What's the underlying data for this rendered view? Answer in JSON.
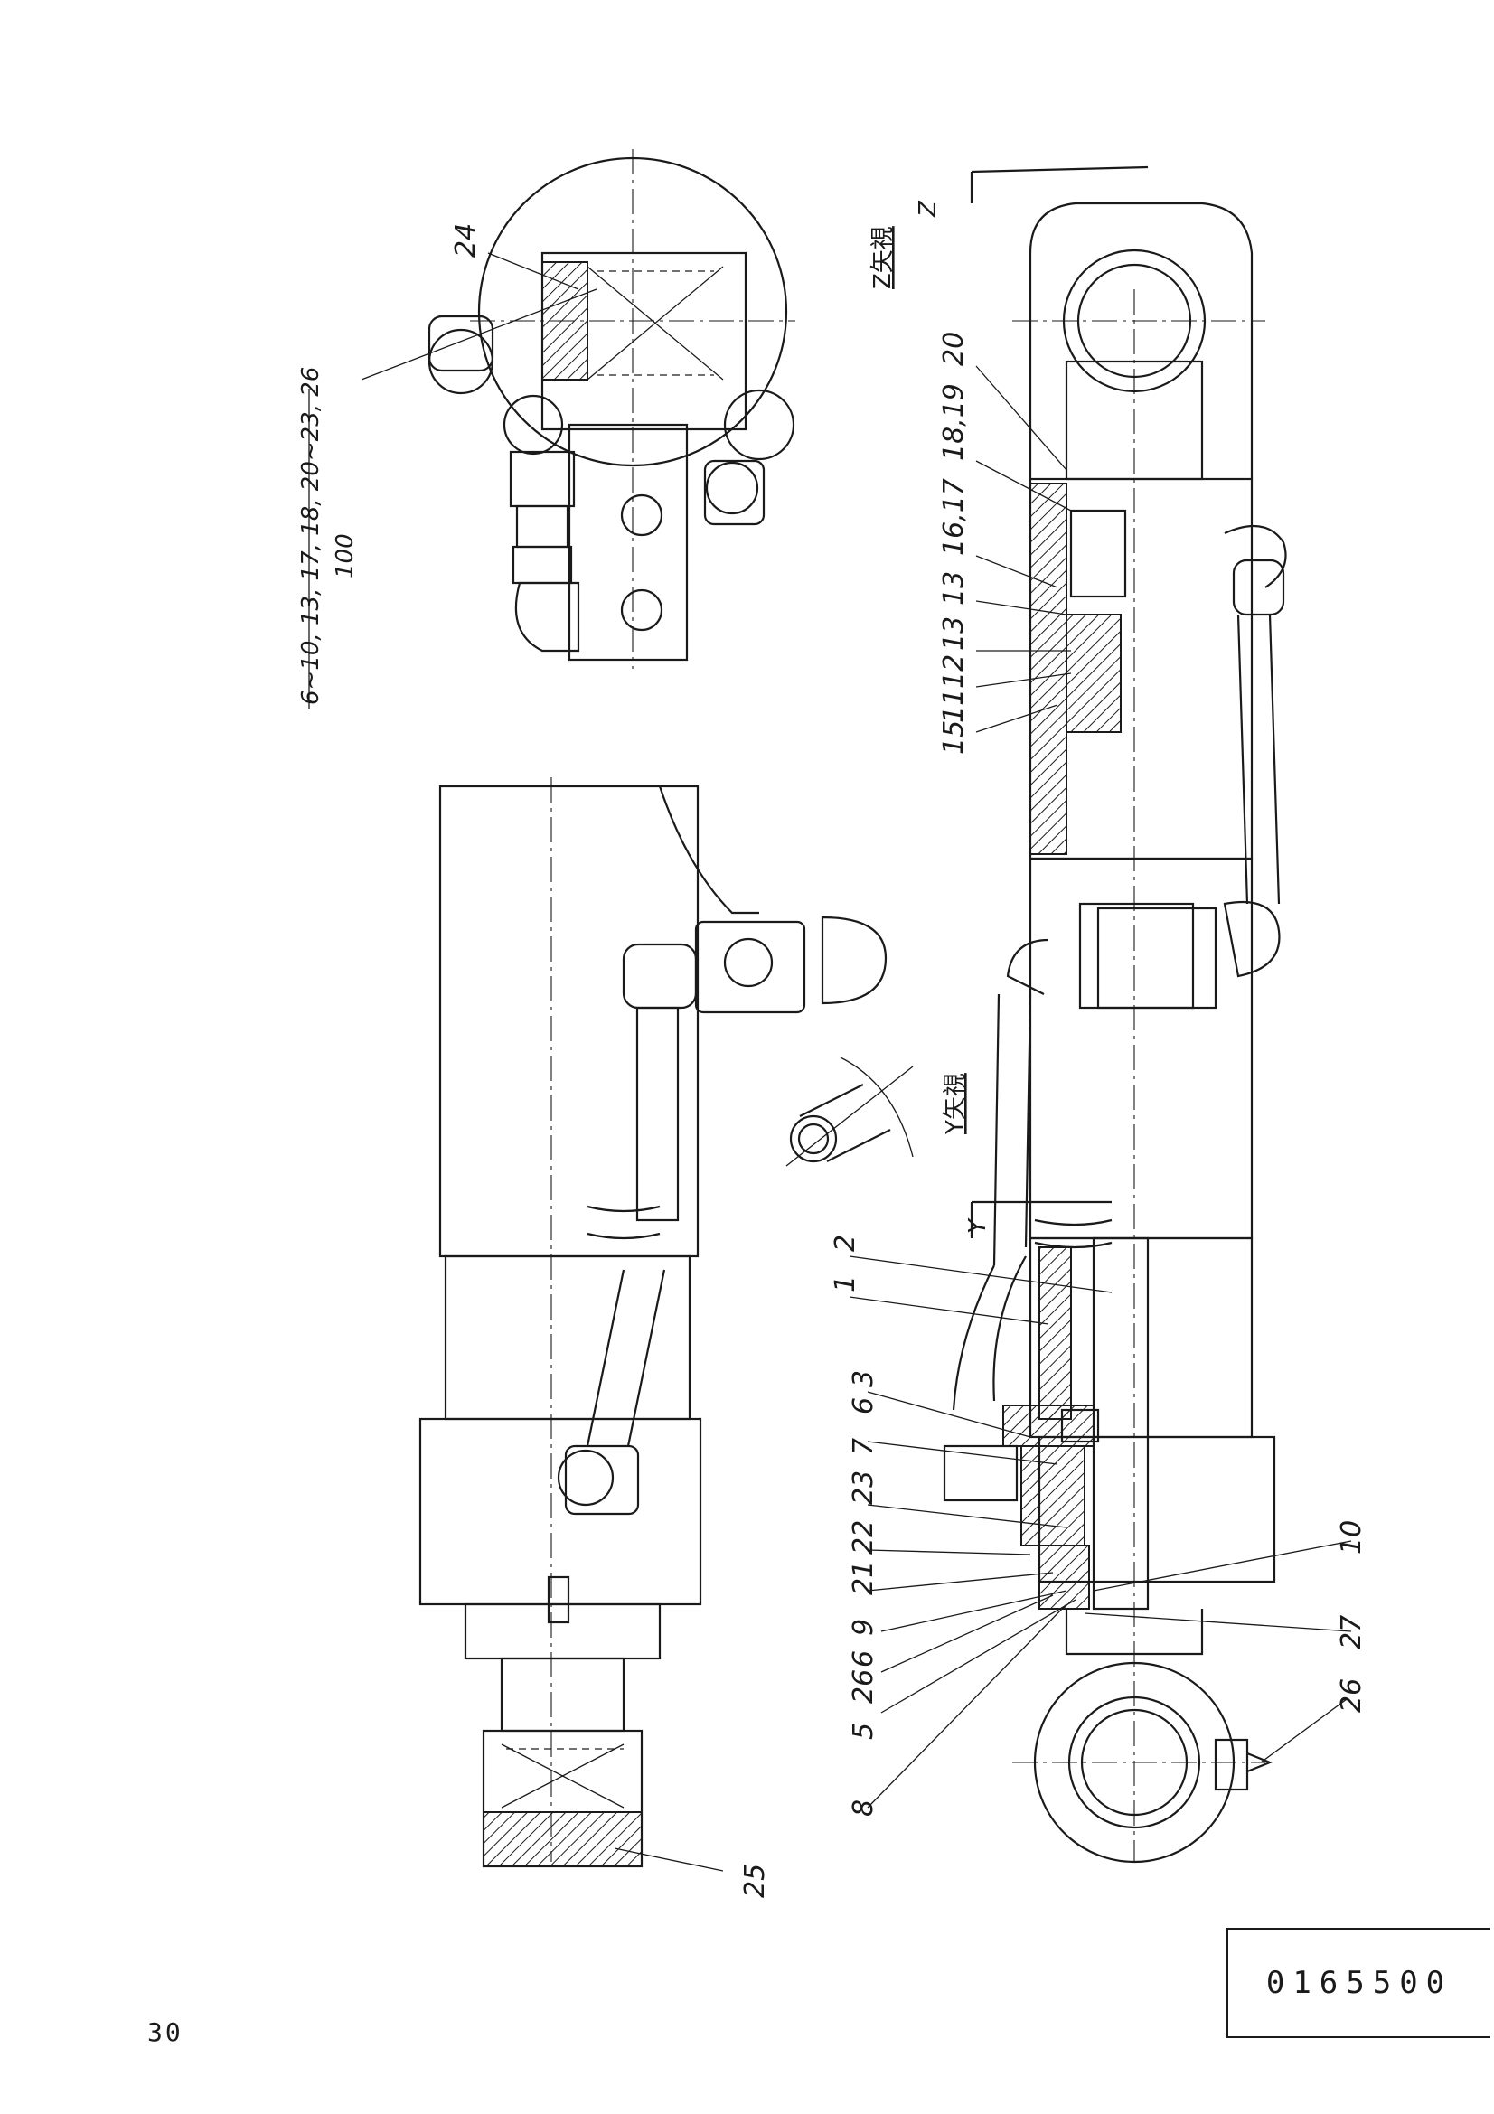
{
  "page": {
    "page_number": "30",
    "drawing_number": "0165500"
  },
  "note": {
    "parts_list": "6~10, 13, 17, 18, 20~23, 26",
    "quantity": "100"
  },
  "views": {
    "z_view": "Z矢視",
    "y_view": "Y矢視",
    "z_marker": "Z",
    "y_marker": "Y"
  },
  "labels": {
    "p1": "1",
    "p2": "2",
    "p3": "3",
    "p5": "5",
    "p6a": "6",
    "p6b": "6",
    "p7": "7",
    "p8": "8",
    "p9": "9",
    "p10": "10",
    "p11": "11",
    "p12": "12",
    "p13a": "13",
    "p13b": "13",
    "p15": "15",
    "p16_17": "16,17",
    "p18_19": "18,19",
    "p20": "20",
    "p21": "21",
    "p22": "22",
    "p23": "23",
    "p24": "24",
    "p25": "25",
    "p26a": "26",
    "p26b": "26",
    "p27": "27"
  }
}
